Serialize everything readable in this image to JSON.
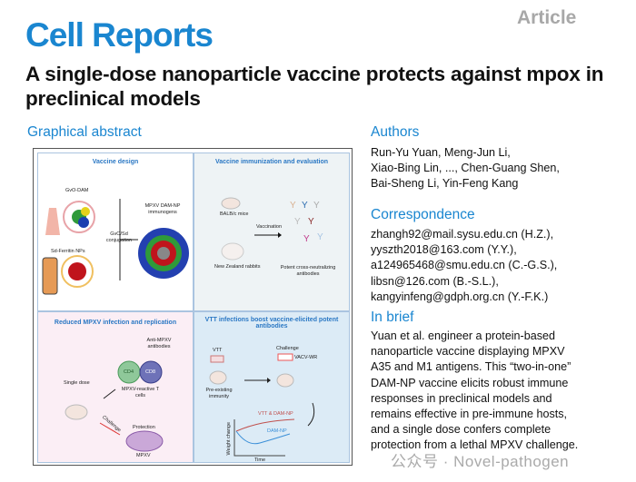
{
  "header": {
    "article_label": "Article",
    "journal": "Cell Reports",
    "title": "A single-dose nanoparticle vaccine protects against mpox in preclinical models"
  },
  "graphical_abstract": {
    "heading": "Graphical abstract",
    "panels": [
      {
        "title": "Vaccine design",
        "labels": [
          "GvO-DAM",
          "Sd-Ferritin NPs",
          "GvO/Sd conjugation",
          "MPXV DAM-NP immunogens"
        ]
      },
      {
        "title": "Vaccine immunization and evaluation",
        "labels": [
          "BALB/c mice",
          "New Zealand rabbits",
          "Vaccination",
          "Potent cross-neutralizing antibodies"
        ]
      },
      {
        "title": "Reduced MPXV infection and replication",
        "labels": [
          "Anti-MPXV antibodies",
          "CD4",
          "CD8",
          "MPXV-reactive T cells",
          "Single dose",
          "Challenge",
          "Protection",
          "MPXV"
        ]
      },
      {
        "title": "VTT infections boost vaccine-elicited potent antibodies",
        "labels": [
          "VTT",
          "Challenge",
          "VACV-WR",
          "Pre-existing immunity",
          "VTT & DAM-NP",
          "DAM-NP",
          "Weight change",
          "Time"
        ]
      }
    ]
  },
  "authors": {
    "heading": "Authors",
    "lines": [
      "Run-Yu Yuan, Meng-Jun Li,",
      "Xiao-Bing Lin, ..., Chen-Guang Shen,",
      "Bai-Sheng Li, Yin-Feng Kang"
    ]
  },
  "correspondence": {
    "heading": "Correspondence",
    "lines": [
      "zhangh92@mail.sysu.edu.cn (H.Z.),",
      "yyszth2018@163.com (Y.Y.),",
      "a124965468@smu.edu.cn (C.-G.S.),",
      "libsn@126.com (B.-S.L.),",
      "kangyinfeng@gdph.org.cn (Y.-F.K.)"
    ]
  },
  "in_brief": {
    "heading": "In brief",
    "lines": [
      "Yuan et al. engineer a protein-based",
      "nanoparticle vaccine displaying MPXV",
      "A35 and M1 antigens. This “two-in-one”",
      "DAM-NP vaccine elicits robust immune",
      "responses in preclinical models and",
      "remains effective in pre-immune hosts,",
      "and a single dose confers complete",
      "protection from a lethal MPXV challenge."
    ]
  },
  "watermark": "公众号 · Novel-pathogen"
}
